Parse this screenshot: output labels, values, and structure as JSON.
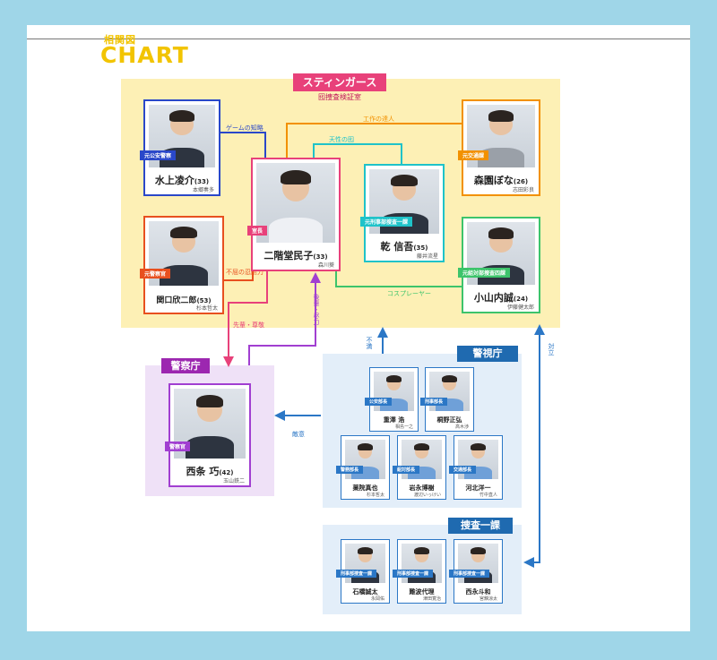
{
  "header": {
    "small": "相関図",
    "big": "CHART"
  },
  "zones": {
    "stingers": {
      "label": "スティンガース",
      "sub": "囮捜査検証室"
    },
    "keisatsu": {
      "label": "警察庁"
    },
    "keishicho": {
      "label": "警視庁"
    },
    "sousa": {
      "label": "捜査一課"
    }
  },
  "cards": {
    "minakami": {
      "role": "元公安警察",
      "name": "水上凌介",
      "age": "(33)",
      "actor": "本郷奏多"
    },
    "sekiguchi": {
      "role": "元警察官",
      "name": "関口欣二郎",
      "age": "(53)",
      "actor": "杉本哲太"
    },
    "nikaido": {
      "role": "室長",
      "name": "二階堂民子",
      "age": "(33)",
      "actor": "森川葵"
    },
    "inui": {
      "role": "元刑事部搜査一課",
      "name": "乾 信吾",
      "age": "(35)",
      "actor": "藤井流星"
    },
    "morizono": {
      "role": "元交通課",
      "name": "森園ぼな",
      "age": "(26)",
      "actor": "志田彩良"
    },
    "koyama": {
      "role": "元組対部捜査四課",
      "name": "小山内誠",
      "age": "(24)",
      "actor": "伊藤健太郎"
    },
    "saijo": {
      "role": "警察官",
      "name": "西条 巧",
      "age": "(42)",
      "actor": "玉山鉄二"
    },
    "kp1": {
      "role": "公安部長",
      "name": "重澤 浩",
      "actor": "相島一之"
    },
    "kp2": {
      "role": "刑事部長",
      "name": "桐野正弘",
      "actor": "高木渉"
    },
    "kp3": {
      "role": "警務部長",
      "name": "薬院真也",
      "actor": "杉本哲太"
    },
    "kp4": {
      "role": "組対部長",
      "name": "岩永博樹",
      "actor": "渡辺いっけい"
    },
    "kp5": {
      "role": "交通部長",
      "name": "河北洋一",
      "actor": "竹中直人"
    },
    "s1": {
      "role": "刑事部捜査一課",
      "name": "石橋誠太",
      "actor": "永岡佑"
    },
    "s2": {
      "role": "刑事部捜査一課",
      "name": "難波代理",
      "actor": "津田寛治"
    },
    "s3": {
      "role": "刑事部捜査一課",
      "name": "西永斗和",
      "actor": "宮舘涼太"
    }
  },
  "relations": {
    "game": "ゲームの知略",
    "kousaku": "工作の達人",
    "tensei": "天性の囮",
    "fukutsu": "不屈の忍耐力",
    "cosplay": "コスプレーヤー",
    "senpai": "先輩・尊敬",
    "kouhai": "後輩・尽力",
    "fuman": "不満",
    "tekii": "敵意",
    "tairitsu": "対立"
  },
  "colors": {
    "blue": "#2a48c9",
    "orange": "#f29100",
    "red": "#e8501f",
    "pink": "#e8417a",
    "teal": "#1fc3c9",
    "green": "#3dc46b",
    "purple": "#a13fd1",
    "police": "#2b77c6"
  }
}
